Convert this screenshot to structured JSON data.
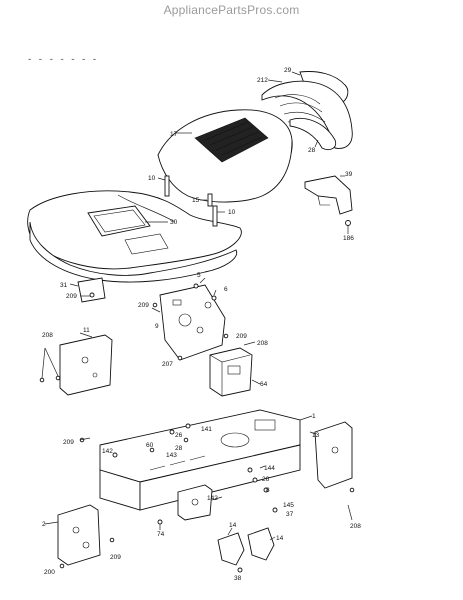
{
  "watermark": "AppliancePartsPros.com",
  "header_mark": "- - - - - - -",
  "callouts": [
    {
      "id": "c29",
      "text": "29"
    },
    {
      "id": "c212",
      "text": "212"
    },
    {
      "id": "c17",
      "text": "17"
    },
    {
      "id": "c28",
      "text": "28"
    },
    {
      "id": "c10a",
      "text": "10"
    },
    {
      "id": "c15",
      "text": "15"
    },
    {
      "id": "c30",
      "text": "30"
    },
    {
      "id": "c10b",
      "text": "10"
    },
    {
      "id": "c39",
      "text": "39"
    },
    {
      "id": "c186",
      "text": "186"
    },
    {
      "id": "c31",
      "text": "31"
    },
    {
      "id": "c209a",
      "text": "209"
    },
    {
      "id": "c5",
      "text": "5"
    },
    {
      "id": "c6",
      "text": "6"
    },
    {
      "id": "c209b",
      "text": "209"
    },
    {
      "id": "c9",
      "text": "9"
    },
    {
      "id": "c208a",
      "text": "208"
    },
    {
      "id": "c11",
      "text": "11"
    },
    {
      "id": "c209c",
      "text": "209"
    },
    {
      "id": "c208b",
      "text": "208"
    },
    {
      "id": "c207",
      "text": "207"
    },
    {
      "id": "c64",
      "text": "64"
    },
    {
      "id": "c1",
      "text": "1"
    },
    {
      "id": "c26a",
      "text": "26"
    },
    {
      "id": "c141",
      "text": "141"
    },
    {
      "id": "c28b",
      "text": "28"
    },
    {
      "id": "c13",
      "text": "13"
    },
    {
      "id": "c209d",
      "text": "209"
    },
    {
      "id": "c142a",
      "text": "142"
    },
    {
      "id": "c60",
      "text": "60"
    },
    {
      "id": "c143",
      "text": "143"
    },
    {
      "id": "c144",
      "text": "144"
    },
    {
      "id": "c26b",
      "text": "26"
    },
    {
      "id": "c8",
      "text": "8"
    },
    {
      "id": "c145",
      "text": "145"
    },
    {
      "id": "c37",
      "text": "37"
    },
    {
      "id": "c142b",
      "text": "142"
    },
    {
      "id": "c208c",
      "text": "208"
    },
    {
      "id": "c2",
      "text": "2"
    },
    {
      "id": "c74",
      "text": "74"
    },
    {
      "id": "c14a",
      "text": "14"
    },
    {
      "id": "c14b",
      "text": "14"
    },
    {
      "id": "c200",
      "text": "200"
    },
    {
      "id": "c209e",
      "text": "209"
    },
    {
      "id": "c38",
      "text": "38"
    }
  ]
}
